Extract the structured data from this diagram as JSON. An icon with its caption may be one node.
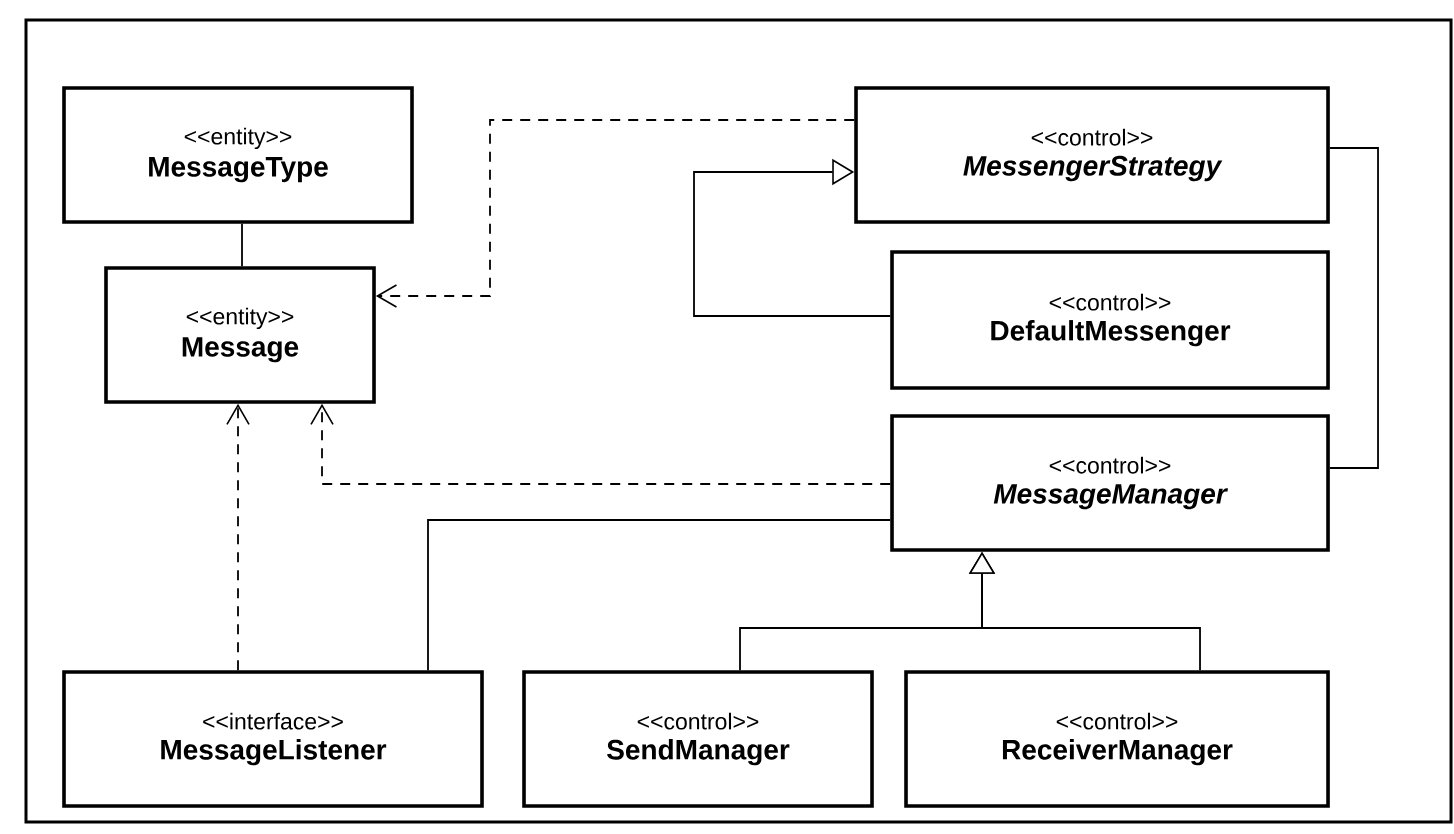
{
  "diagram": {
    "nodes": [
      {
        "text": [
          "<<entity>>",
          "MessageType"
        ]
      },
      {
        "text": [
          "<<entity>>",
          "Message"
        ]
      },
      {
        "text": [
          "<<control>>",
          "MessengerStrategy"
        ]
      },
      {
        "text": [
          "<<control>>",
          "DefaultMessenger"
        ]
      },
      {
        "text": [
          "<<control>>",
          "MessageManager"
        ]
      },
      {
        "text": [
          "<<interface>>",
          "MessageListener"
        ]
      },
      {
        "text": [
          "<<control>>",
          "SendManager"
        ]
      },
      {
        "text": [
          "<<control>>",
          "ReceiverManager"
        ]
      }
    ],
    "edges": [
      {
        "from": 0,
        "to": 1,
        "arrow": "none"
      },
      {
        "from": 2,
        "to": 1,
        "arrow": "to",
        "style": "dashed"
      },
      {
        "from": 3,
        "to": 2,
        "arrow": "to"
      },
      {
        "from": 2,
        "to": 4,
        "arrow": "none"
      },
      {
        "from": 4,
        "to": 1,
        "arrow": "to",
        "style": "dashed"
      },
      {
        "from": 5,
        "to": 1,
        "arrow": "to",
        "style": "dashed"
      },
      {
        "from": 5,
        "to": 4,
        "arrow": "none"
      },
      {
        "from": 6,
        "to": 4,
        "arrow": "to"
      },
      {
        "from": 7,
        "to": 4,
        "arrow": "to"
      }
    ]
  }
}
